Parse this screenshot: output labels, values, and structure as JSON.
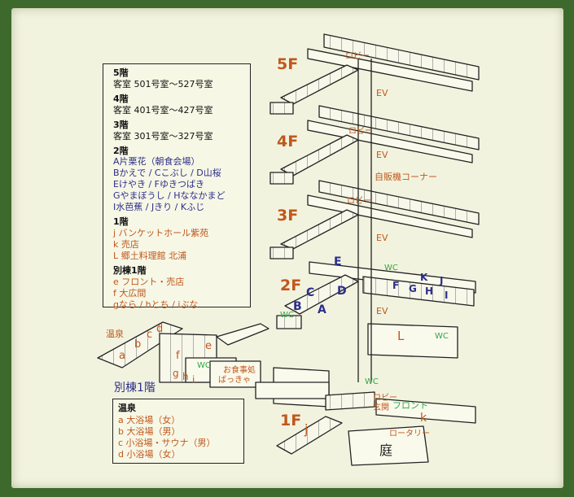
{
  "legend": {
    "f5_title": "5階",
    "f5_rooms": "客室 501号室～527号室",
    "f4_title": "4階",
    "f4_rooms": "客室 401号室～427号室",
    "f3_title": "3階",
    "f3_rooms": "客室 301号室～327号室",
    "f2_title": "2階",
    "f2_line1": "A片栗花（朝食会場）",
    "f2_line2": "Bかえで / Cこぶし / D山桜",
    "f2_line3": "Eけやき / Fゆきつばき",
    "f2_line4": "Gやまぼうし / Hななかまど",
    "f2_line5": "I水芭蕉 / Jきり / Kふじ",
    "f1_title": "1階",
    "f1_line1": "j バンケットホール紫苑",
    "f1_line2": "k 売店",
    "f1_line3": "L 郷土料理館 北浦",
    "annex_title": "別棟1階",
    "annex_line1": "e フロント・売店",
    "annex_line2": "f 大広間",
    "annex_line3": "gなら / hとち / iぶな"
  },
  "onsen_legend": {
    "title": "温泉",
    "a": "a 大浴場（女）",
    "b": "b 大浴場（男）",
    "c": "c 小浴場・サウナ（男）",
    "d": "d 小浴場（女）"
  },
  "floors": {
    "f5": "5F",
    "f4": "4F",
    "f3": "3F",
    "f2": "2F",
    "f1": "1F"
  },
  "labels": {
    "lobby": "ロビー",
    "ev": "EV",
    "vending": "自販機コーナー",
    "wc": "WC",
    "lobby_entrance_1": "ロビー",
    "lobby_entrance_2": "玄関",
    "front": "フロント",
    "rotary": "ロータリー",
    "garden": "庭",
    "onsen": "温泉",
    "annex": "別棟1階",
    "dining_1": "お食事処",
    "dining_2": "ばっきゃ"
  },
  "room_letters": {
    "A": "A",
    "B": "B",
    "C": "C",
    "D": "D",
    "E": "E",
    "F": "F",
    "G": "G",
    "H": "H",
    "I": "I",
    "J": "J",
    "K": "K",
    "j": "j",
    "k": "k",
    "L": "L",
    "a": "a",
    "b": "b",
    "c": "c",
    "d": "d",
    "e": "e",
    "f": "f",
    "g": "g",
    "h": "h",
    "i": "i"
  },
  "colors": {
    "background": "#3d6a2c",
    "paper": "#f2f3df",
    "line": "#222222",
    "blue_text": "#2c2f8a",
    "orange_text": "#c0581c",
    "green_text": "#2fa64a"
  }
}
